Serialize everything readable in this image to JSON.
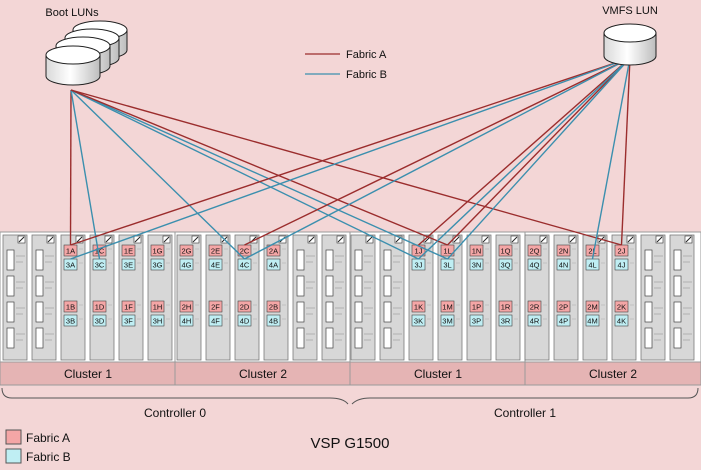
{
  "title": "VSP G1500",
  "storage": {
    "boot_label": "Boot LUNs",
    "vmfs_label": "VMFS LUN"
  },
  "links_legend": [
    {
      "label": "Fabric A",
      "color": "#9b2d2d"
    },
    {
      "label": "Fabric B",
      "color": "#3b8fae"
    }
  ],
  "fabric_legend": [
    {
      "label": "Fabric A",
      "color": "#f4a6a6"
    },
    {
      "label": "Fabric B",
      "color": "#bfeef3"
    }
  ],
  "clusters": [
    {
      "label": "Cluster 1"
    },
    {
      "label": "Cluster 2"
    },
    {
      "label": "Cluster 1"
    },
    {
      "label": "Cluster 2"
    }
  ],
  "controllers": [
    "Controller 0",
    "Controller 1"
  ],
  "cards": [
    {
      "type": "disk"
    },
    {
      "type": "disk"
    },
    {
      "type": "port",
      "ports": [
        [
          "1A",
          "3A"
        ],
        [
          "1B",
          "3B"
        ]
      ]
    },
    {
      "type": "port",
      "ports": [
        [
          "1C",
          "3C"
        ],
        [
          "1D",
          "3D"
        ]
      ]
    },
    {
      "type": "port",
      "ports": [
        [
          "1E",
          "3E"
        ],
        [
          "1F",
          "3F"
        ]
      ]
    },
    {
      "type": "port",
      "ports": [
        [
          "1G",
          "3G"
        ],
        [
          "1H",
          "3H"
        ]
      ]
    },
    {
      "type": "port",
      "ports": [
        [
          "2G",
          "4G"
        ],
        [
          "2H",
          "4H"
        ]
      ]
    },
    {
      "type": "port",
      "ports": [
        [
          "2E",
          "4E"
        ],
        [
          "2F",
          "4F"
        ]
      ]
    },
    {
      "type": "port",
      "ports": [
        [
          "2C",
          "4C"
        ],
        [
          "2D",
          "4D"
        ]
      ]
    },
    {
      "type": "port",
      "ports": [
        [
          "2A",
          "4A"
        ],
        [
          "2B",
          "4B"
        ]
      ]
    },
    {
      "type": "disk"
    },
    {
      "type": "disk"
    },
    {
      "type": "disk"
    },
    {
      "type": "disk"
    },
    {
      "type": "port",
      "ports": [
        [
          "1J",
          "3J"
        ],
        [
          "1K",
          "3K"
        ]
      ]
    },
    {
      "type": "port",
      "ports": [
        [
          "1L",
          "3L"
        ],
        [
          "1M",
          "3M"
        ]
      ]
    },
    {
      "type": "port",
      "ports": [
        [
          "1N",
          "3N"
        ],
        [
          "1P",
          "3P"
        ]
      ]
    },
    {
      "type": "port",
      "ports": [
        [
          "1Q",
          "3Q"
        ],
        [
          "1R",
          "3R"
        ]
      ]
    },
    {
      "type": "port",
      "ports": [
        [
          "2Q",
          "4Q"
        ],
        [
          "2R",
          "4R"
        ]
      ]
    },
    {
      "type": "port",
      "ports": [
        [
          "2N",
          "4N"
        ],
        [
          "2P",
          "4P"
        ]
      ]
    },
    {
      "type": "port",
      "ports": [
        [
          "2L",
          "4L"
        ],
        [
          "2M",
          "4M"
        ]
      ]
    },
    {
      "type": "port",
      "ports": [
        [
          "2J",
          "4J"
        ],
        [
          "2K",
          "4K"
        ]
      ]
    },
    {
      "type": "disk"
    },
    {
      "type": "disk"
    }
  ],
  "connections": [
    {
      "from": "boot",
      "port": "1A",
      "fabric": "A"
    },
    {
      "from": "boot",
      "port": "3C",
      "fabric": "B"
    },
    {
      "from": "boot",
      "port": "4C",
      "fabric": "B"
    },
    {
      "from": "boot",
      "port": "3J",
      "fabric": "B"
    },
    {
      "from": "boot",
      "port": "3L",
      "fabric": "B"
    },
    {
      "from": "boot",
      "port": "1L",
      "fabric": "A"
    },
    {
      "from": "boot",
      "port": "2J",
      "fabric": "A"
    },
    {
      "from": "vmfs",
      "port": "1A",
      "fabric": "A"
    },
    {
      "from": "vmfs",
      "port": "2C",
      "fabric": "A"
    },
    {
      "from": "vmfs",
      "port": "1J",
      "fabric": "A"
    },
    {
      "from": "vmfs",
      "port": "1L",
      "fabric": "A"
    },
    {
      "from": "vmfs",
      "port": "2J",
      "fabric": "A"
    },
    {
      "from": "vmfs",
      "port": "3A",
      "fabric": "B"
    },
    {
      "from": "vmfs",
      "port": "4C",
      "fabric": "B"
    },
    {
      "from": "vmfs",
      "port": "3J",
      "fabric": "B"
    },
    {
      "from": "vmfs",
      "port": "3L",
      "fabric": "B"
    },
    {
      "from": "vmfs",
      "port": "4L",
      "fabric": "B"
    }
  ]
}
